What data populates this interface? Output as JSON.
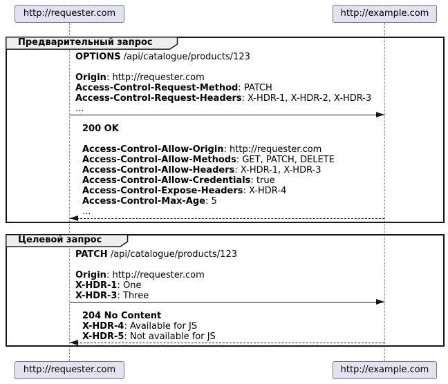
{
  "participants": {
    "left": {
      "label": "http://requester.com"
    },
    "right": {
      "label": "http://example.com"
    }
  },
  "frames": {
    "preflight": {
      "title": "Предварительный запрос"
    },
    "target": {
      "title": "Целевой запрос"
    }
  },
  "messages": {
    "preflight_request": {
      "direction": "right",
      "lines": [
        {
          "b": "OPTIONS",
          "t": " /api/catalogue/products/123"
        },
        {
          "b": "",
          "t": ""
        },
        {
          "b": "Origin",
          "t": ": http://requester.com"
        },
        {
          "b": "Access-Control-Request-Method",
          "t": ": PATCH"
        },
        {
          "b": "Access-Control-Request-Headers",
          "t": ": X-HDR-1, X-HDR-2, X-HDR-3"
        },
        {
          "b": "",
          "t": "..."
        }
      ]
    },
    "preflight_response": {
      "direction": "left",
      "lines": [
        {
          "b": "200 OK",
          "t": ""
        },
        {
          "b": "",
          "t": ""
        },
        {
          "b": "Access-Control-Allow-Origin",
          "t": ": http://requester.com"
        },
        {
          "b": "Access-Control-Allow-Methods",
          "t": ": GET, PATCH, DELETE"
        },
        {
          "b": "Access-Control-Allow-Headers",
          "t": ": X-HDR-1, X-HDR-3"
        },
        {
          "b": "Access-Control-Allow-Credentials",
          "t": ": true"
        },
        {
          "b": "Access-Control-Expose-Headers",
          "t": ": X-HDR-4"
        },
        {
          "b": "Access-Control-Max-Age",
          "t": ": 5"
        },
        {
          "b": "",
          "t": "..."
        }
      ]
    },
    "target_request": {
      "direction": "right",
      "lines": [
        {
          "b": "PATCH",
          "t": " /api/catalogue/products/123"
        },
        {
          "b": "",
          "t": ""
        },
        {
          "b": "Origin",
          "t": ": http://requester.com"
        },
        {
          "b": "X-HDR-1",
          "t": ": One"
        },
        {
          "b": "X-HDR-3",
          "t": ": Three"
        }
      ]
    },
    "target_response": {
      "direction": "left",
      "lines": [
        {
          "b": "204 No Content",
          "t": ""
        },
        {
          "b": "X-HDR-4",
          "t": ": Available for JS"
        },
        {
          "b": "X-HDR-5",
          "t": ": Not available for JS"
        }
      ]
    }
  },
  "colors": {
    "participant_fill": "#E2E2F0",
    "participant_border": "#777777",
    "frame_border": "#151515",
    "frame_label_fill": "#EEEEEE",
    "lifeline": "#8A8A8A",
    "arrow": "#161616",
    "text": "#000000"
  }
}
